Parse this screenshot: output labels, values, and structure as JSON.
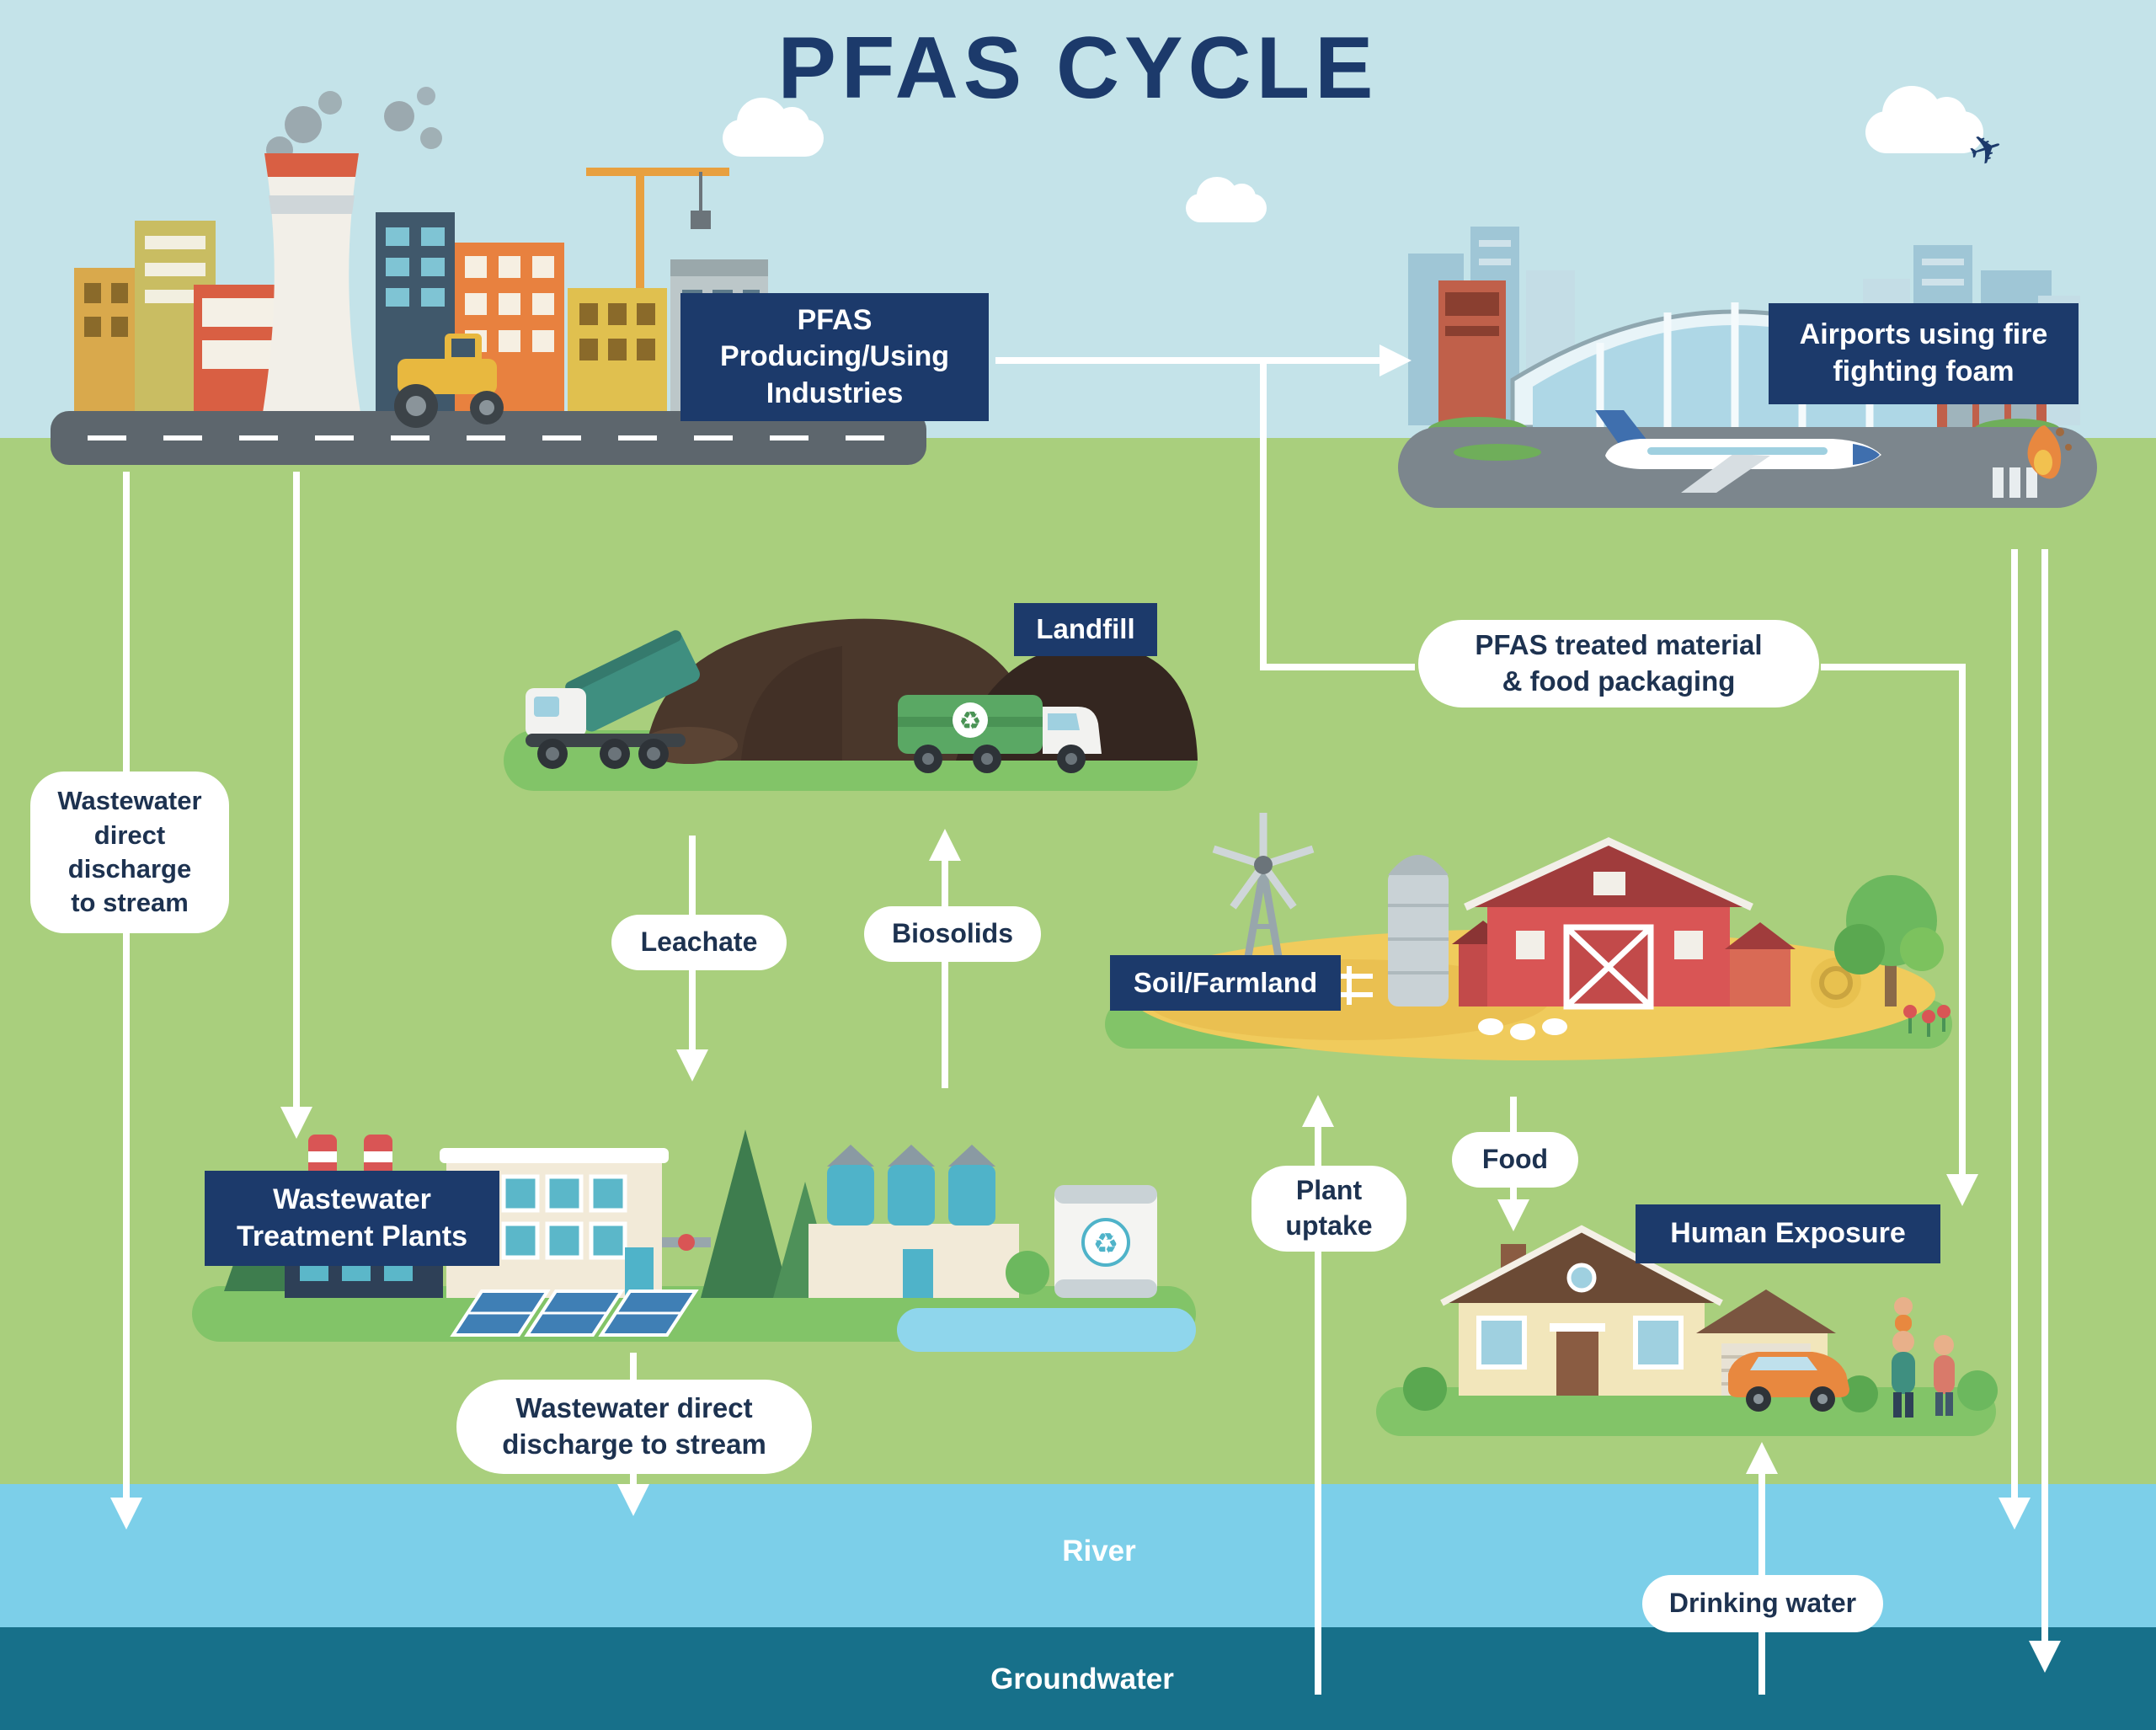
{
  "title": "PFAS CYCLE",
  "nodes": {
    "industries": {
      "label_lines": [
        "PFAS",
        "Producing/Using",
        "Industries"
      ]
    },
    "airport": {
      "label_lines": [
        "Airports using fire",
        "fighting foam"
      ]
    },
    "landfill": {
      "label_lines": [
        "Landfill"
      ]
    },
    "farmland": {
      "label_lines": [
        "Soil/Farmland"
      ]
    },
    "treatment_plant": {
      "label_lines": [
        "Wastewater",
        "Treatment Plants"
      ]
    },
    "human_exposure": {
      "label_lines": [
        "Human Exposure"
      ]
    }
  },
  "flows": {
    "wastewater_left": {
      "label_lines": [
        "Wastewater",
        "direct",
        "discharge",
        "to stream"
      ]
    },
    "treated_material": {
      "label_lines": [
        "PFAS treated material",
        "& food packaging"
      ]
    },
    "leachate": {
      "label_lines": [
        "Leachate"
      ]
    },
    "biosolids": {
      "label_lines": [
        "Biosolids"
      ]
    },
    "plant_uptake": {
      "label_lines": [
        "Plant",
        "uptake"
      ]
    },
    "food": {
      "label_lines": [
        "Food"
      ]
    },
    "wastewater_to_stream": {
      "label_lines": [
        "Wastewater direct",
        "discharge to stream"
      ]
    },
    "drinking_water": {
      "label_lines": [
        "Drinking water"
      ]
    }
  },
  "zones": {
    "river": "River",
    "groundwater": "Groundwater"
  },
  "colors": {
    "title_navy": "#1c3a6b",
    "label_box_navy": "#1c3a6b",
    "pill_text_navy": "#1d3250",
    "sky": "#c4e3e9",
    "land": "#a9cf7d",
    "river": "#7ccfe9",
    "groundwater": "#17708a",
    "arrow": "#ffffff"
  },
  "icons": {
    "recycle_glyph": "♻",
    "plane_glyph": "✈"
  }
}
